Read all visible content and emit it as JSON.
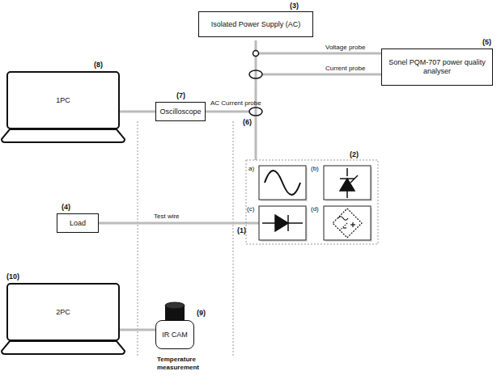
{
  "diagram": {
    "nodes": [
      {
        "text": [
          "Isolated Power Supply (AC)"
        ]
      },
      {
        "text": [
          "1PC"
        ]
      },
      {
        "text": [
          "Oscilloscope"
        ]
      },
      {
        "text": [
          "Sonel PQM-707 power quality analyser"
        ]
      },
      {
        "text": [
          "Load"
        ]
      },
      {
        "text": [
          "2PC"
        ]
      },
      {
        "text": [
          "IR CAM"
        ]
      }
    ],
    "edges": [
      {
        "from": 1,
        "to": 2,
        "arrow": "none"
      },
      {
        "from": 5,
        "to": 6,
        "arrow": "none"
      }
    ],
    "labels": [
      "(3)",
      "Voltage probe",
      "(5)",
      "(8)",
      "(7)",
      "Current probe",
      "AC Current probe",
      "(6)",
      "(2)",
      "a)",
      "(b)",
      "(c)",
      "(d)",
      "(4)",
      "Test wire",
      "(1)",
      "(10)",
      "(9)",
      "Temperature measurement"
    ]
  }
}
